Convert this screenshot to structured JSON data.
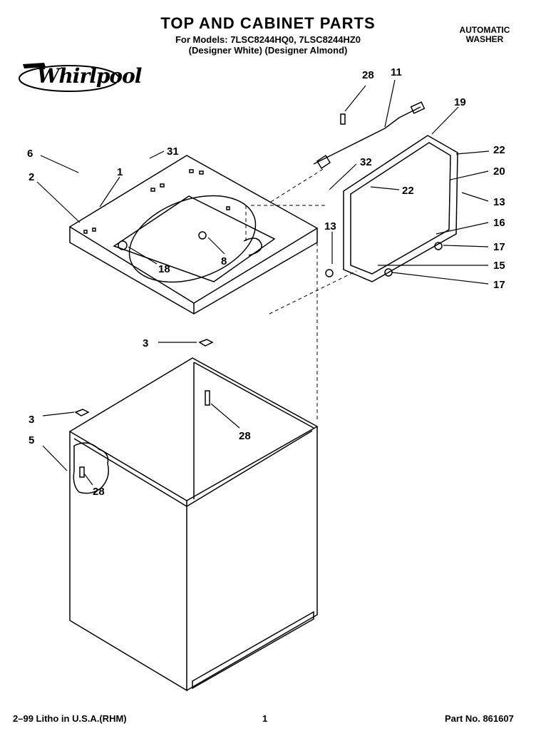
{
  "header": {
    "title": "TOP AND CABINET PARTS",
    "models_line": "For Models: 7LSC8244HQ0, 7LSC8244HZ0",
    "variants_line": "(Designer White) (Designer Almond)",
    "model_type_line1": "AUTOMATIC",
    "model_type_line2": "WASHER"
  },
  "brand": {
    "logo_text": "Whirlpool"
  },
  "callouts": [
    "28",
    "11",
    "19",
    "6",
    "31",
    "1",
    "2",
    "32",
    "22",
    "22",
    "20",
    "13",
    "16",
    "13",
    "17",
    "18",
    "8",
    "15",
    "17",
    "3",
    "3",
    "28",
    "5",
    "28"
  ],
  "footer": {
    "litho": "2–99 Litho in U.S.A.(RHM)",
    "page": "1",
    "part_no": "Part No. 861607"
  }
}
